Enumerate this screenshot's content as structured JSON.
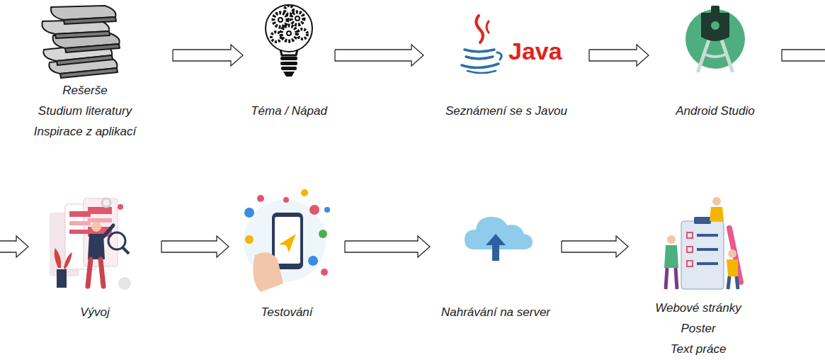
{
  "diagram": {
    "nodes": [
      {
        "text": [
          "Rešerše",
          "Studium literatury",
          "Inspirace z aplikací"
        ]
      },
      {
        "text": [
          "Téma / Nápad"
        ]
      },
      {
        "text": [
          "Seznámení se s Javou"
        ]
      },
      {
        "text": [
          "Android Studio"
        ]
      },
      {
        "text": [
          "Vývoj"
        ]
      },
      {
        "text": [
          "Testování"
        ]
      },
      {
        "text": [
          "Nahrávání na server"
        ]
      },
      {
        "text": [
          "Webové stránky",
          "Poster",
          "Text práce"
        ]
      }
    ],
    "edges": [
      {
        "from": 0,
        "to": 1,
        "arrow": "to"
      },
      {
        "from": 1,
        "to": 2,
        "arrow": "to"
      },
      {
        "from": 2,
        "to": 3,
        "arrow": "to"
      },
      {
        "from": 3,
        "to": 4,
        "arrow": "to"
      },
      {
        "from": 4,
        "to": 5,
        "arrow": "to"
      },
      {
        "from": 5,
        "to": 6,
        "arrow": "to"
      },
      {
        "from": 6,
        "to": 7,
        "arrow": "to"
      }
    ],
    "labels": [
      "Java"
    ]
  }
}
